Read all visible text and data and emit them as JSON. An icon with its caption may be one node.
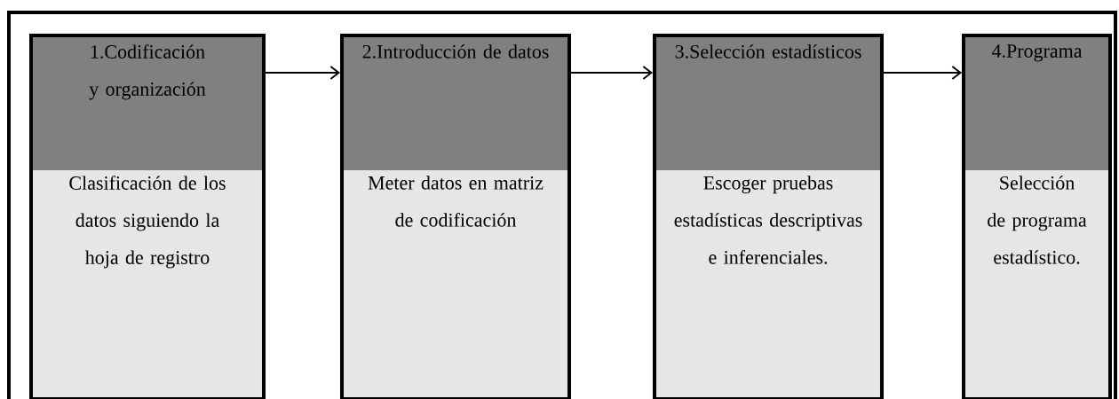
{
  "diagram": {
    "nodes": [
      {
        "text": [
          "1.Codificación y organización",
          "Clasificación de los datos siguiendo la hoja de registro"
        ]
      },
      {
        "text": [
          "2.Introducción de datos",
          "Meter datos en matriz de codificación"
        ]
      },
      {
        "text": [
          "3.Selección estadísticos",
          "Escoger pruebas estadísticas descriptivas e inferenciales."
        ]
      },
      {
        "text": [
          "4.Programa",
          "Selección de programa estadístico."
        ]
      }
    ],
    "edges": [
      {
        "from": 0,
        "to": 1,
        "arrow": "to"
      },
      {
        "from": 1,
        "to": 2,
        "arrow": "to"
      },
      {
        "from": 2,
        "to": 3,
        "arrow": "to"
      }
    ]
  }
}
